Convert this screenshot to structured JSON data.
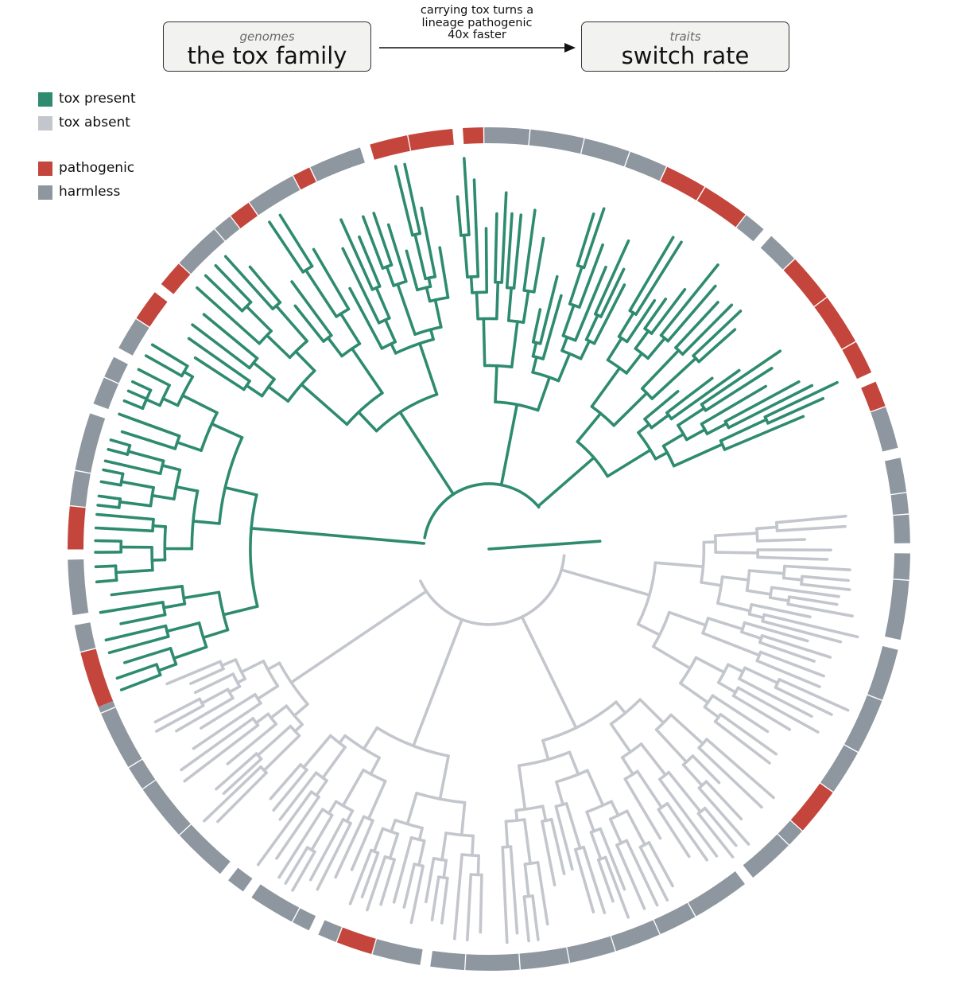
{
  "header": {
    "left_box": {
      "subtitle": "genomes",
      "title": "the tox family"
    },
    "right_box": {
      "subtitle": "traits",
      "title": "switch rate"
    },
    "arrow_label_lines": [
      "carrying tox turns a",
      "lineage pathogenic",
      "40x faster"
    ]
  },
  "legend": [
    {
      "label": "tox present",
      "color": "#2e8b6f"
    },
    {
      "label": "tox absent",
      "color": "#c3c6cc"
    },
    {
      "label": "pathogenic",
      "color": "#c4453b"
    },
    {
      "label": "harmless",
      "color": "#8e979f"
    }
  ],
  "colors": {
    "tox_present": "#2e8b6f",
    "tox_absent": "#c3c6cc",
    "pathogenic": "#c4453b",
    "harmless": "#8e979f"
  }
}
